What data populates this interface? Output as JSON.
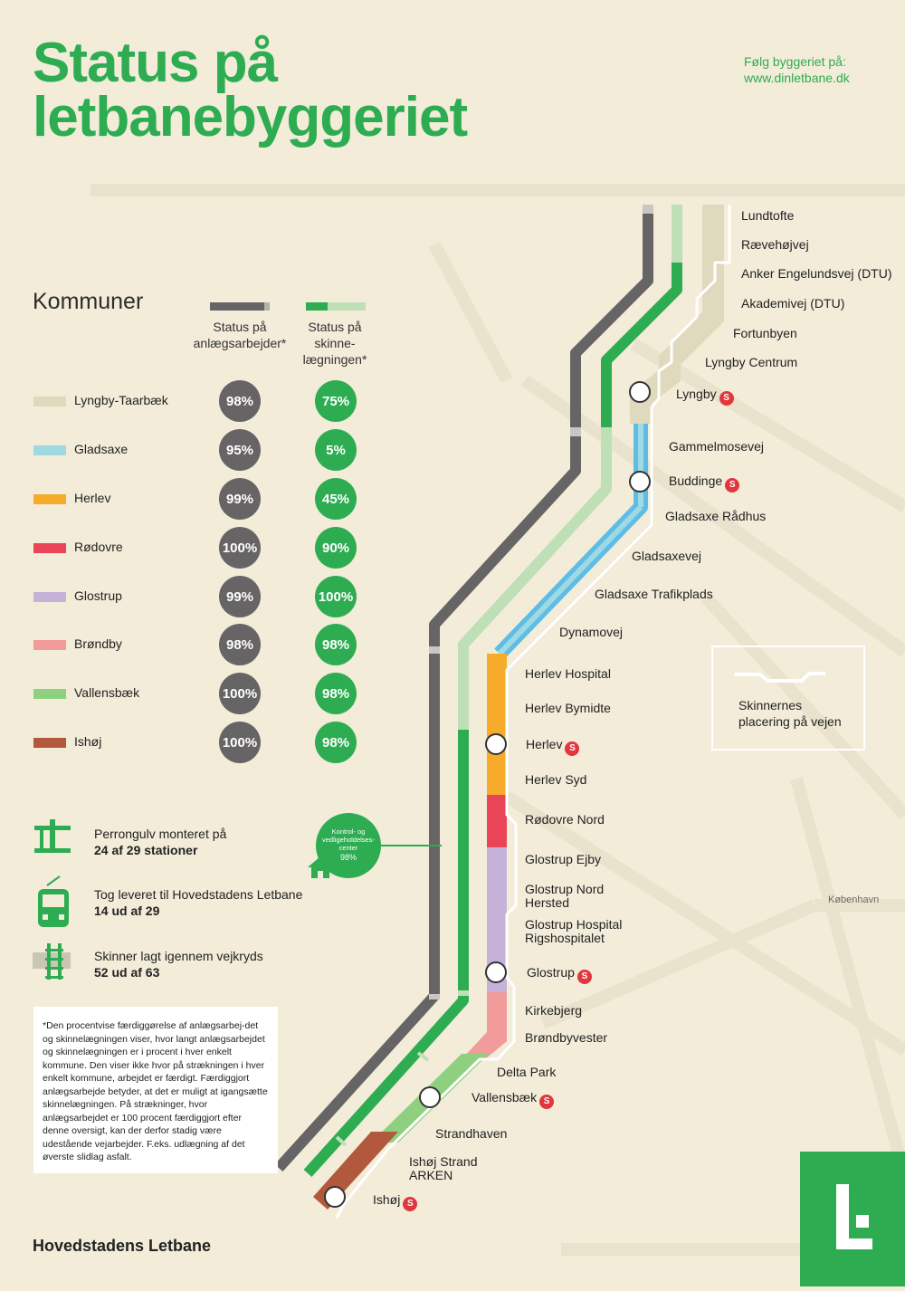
{
  "title": {
    "line1": "Status på",
    "line2": "letbanebyggeriet"
  },
  "follow": {
    "line1": "Følg byggeriet på:",
    "line2": "www.dinletbane.dk"
  },
  "kommuner_heading": "Kommuner",
  "columns": {
    "anlaeg": {
      "line1": "Status på",
      "line2": "anlægsarbejder*"
    },
    "skinne": {
      "line1": "Status på",
      "line2": "skinne-",
      "line3": "lægningen*"
    }
  },
  "kommuner": [
    {
      "name": "Lyngby-Taarbæk",
      "color": "#dfd9bd",
      "anlaeg": "98%",
      "skinne": "75%"
    },
    {
      "name": "Gladsaxe",
      "color": "#9ed9e4",
      "anlaeg": "95%",
      "skinne": "5%"
    },
    {
      "name": "Herlev",
      "color": "#f6ac2a",
      "anlaeg": "99%",
      "skinne": "45%"
    },
    {
      "name": "Rødovre",
      "color": "#e94457",
      "anlaeg": "100%",
      "skinne": "90%"
    },
    {
      "name": "Glostrup",
      "color": "#c6b2d8",
      "anlaeg": "99%",
      "skinne": "100%"
    },
    {
      "name": "Brøndby",
      "color": "#f29b9b",
      "anlaeg": "98%",
      "skinne": "98%"
    },
    {
      "name": "Vallensbæk",
      "color": "#8fd080",
      "anlaeg": "100%",
      "skinne": "98%"
    },
    {
      "name": "Ishøj",
      "color": "#b2593d",
      "anlaeg": "100%",
      "skinne": "98%"
    }
  ],
  "stats": [
    {
      "label": "Perrongulv monteret på",
      "value": "24 af 29 stationer",
      "icon": "platform-icon"
    },
    {
      "label": "Tog leveret til Hovedstadens Letbane",
      "value": "14 ud af 29",
      "icon": "tram-icon"
    },
    {
      "label": "Skinner lagt igennem vejkryds",
      "value": "52 ud af 63",
      "icon": "rails-icon"
    }
  ],
  "depot": {
    "label1": "Kontrol- og",
    "label2": "vedligeholdelses-",
    "label3": "center",
    "value": "98%"
  },
  "stations": [
    {
      "name": "Lundtofte",
      "s": false
    },
    {
      "name": "Rævehøjvej",
      "s": false
    },
    {
      "name": "Anker Engelundsvej (DTU)",
      "s": false
    },
    {
      "name": "Akademivej (DTU)",
      "s": false
    },
    {
      "name": "Fortunbyen",
      "s": false
    },
    {
      "name": "Lyngby Centrum",
      "s": false
    },
    {
      "name": "Lyngby",
      "s": true
    },
    {
      "name": "Gammelmosevej",
      "s": false
    },
    {
      "name": "Buddinge",
      "s": true
    },
    {
      "name": "Gladsaxe Rådhus",
      "s": false
    },
    {
      "name": "Gladsaxevej",
      "s": false
    },
    {
      "name": "Gladsaxe Trafikplads",
      "s": false
    },
    {
      "name": "Dynamovej",
      "s": false
    },
    {
      "name": "Herlev Hospital",
      "s": false
    },
    {
      "name": "Herlev Bymidte",
      "s": false
    },
    {
      "name": "Herlev",
      "s": true
    },
    {
      "name": "Herlev Syd",
      "s": false
    },
    {
      "name": "Rødovre Nord",
      "s": false
    },
    {
      "name": "Glostrup Ejby",
      "s": false
    },
    {
      "name": "Glostrup Nord\nHersted",
      "s": false
    },
    {
      "name": "Glostrup Hospital\nRigshospitalet",
      "s": false
    },
    {
      "name": "Glostrup",
      "s": true
    },
    {
      "name": "Kirkebjerg",
      "s": false
    },
    {
      "name": "Brøndbyvester",
      "s": false
    },
    {
      "name": "Delta Park",
      "s": false
    },
    {
      "name": "Vallensbæk",
      "s": true
    },
    {
      "name": "Strandhaven",
      "s": false
    },
    {
      "name": "Ishøj Strand\nARKEN",
      "s": false
    },
    {
      "name": "Ishøj",
      "s": true
    }
  ],
  "s_badge": "S",
  "legend": {
    "line1": "Skinnernes",
    "line2": "placering på vejen"
  },
  "kobenhavn": "København",
  "footnote": "*Den procentvise færdiggørelse af anlægsarbej-det og skinnelægningen viser, hvor langt anlægsarbejdet og skinnelægningen er i procent i hver enkelt kommune. Den viser ikke hvor på strækningen i hver enkelt kommune, arbejdet er færdigt. Færdiggjort anlægsarbejde betyder, at det er muligt at igangsætte skinnelægningen. På strækninger, hvor anlægsarbejdet er 100 procent færdiggjort efter denne oversigt, kan der derfor stadig være udestående vejarbejder. F.eks. udlægning af det øverste slidlag asfalt.",
  "brand": "Hovedstadens Letbane",
  "colors": {
    "green": "#2eac52",
    "light_green": "#bfdfb7",
    "grey": "#676465",
    "background": "#f2ecd9"
  }
}
